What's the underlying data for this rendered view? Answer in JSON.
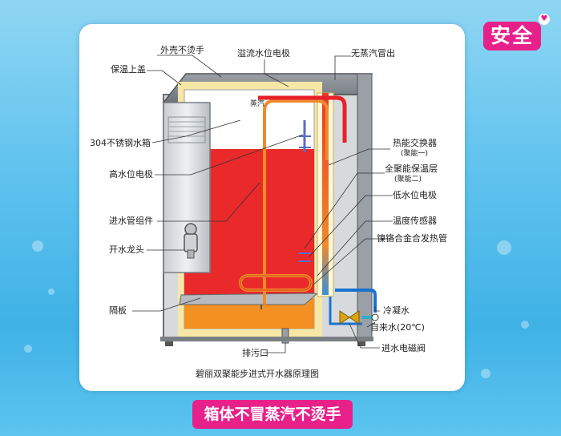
{
  "badge": "安全",
  "banner": "箱体不冒蒸汽不烫手",
  "caption": "碧丽双聚能步进式开水器原理图",
  "steam_tag": "蒸汽",
  "labels": {
    "outer_shell": "外壳不烫手",
    "overflow_electrode": "溢流水位电极",
    "no_steam": "无蒸汽冒出",
    "insulated_lid": "保温上盖",
    "tank": "304不锈钢水箱",
    "high_electrode": "高水位电极",
    "inlet_pipe": "进水管组件",
    "faucet": "开水龙头",
    "partition": "隔板",
    "heat_exchanger": "热能交换器",
    "heat_exchanger_sub": "(聚能一)",
    "insulation_layer": "全聚能保温层",
    "insulation_layer_sub": "(聚能二)",
    "low_electrode": "低水位电极",
    "temp_sensor": "温度传感器",
    "heater": "镍铬合金合发热管",
    "condensate": "冷凝水",
    "tap_water": "自来水(20℃)",
    "solenoid_valve": "进水电磁阀",
    "drain": "排污口"
  }
}
